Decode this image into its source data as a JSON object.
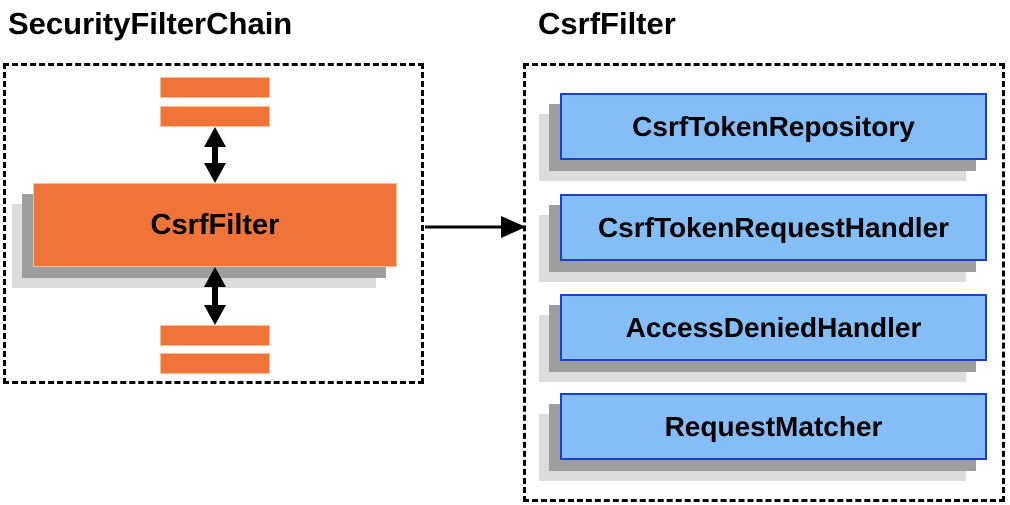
{
  "left_panel": {
    "title": "SecurityFilterChain",
    "csrf_filter_label": "CsrfFilter"
  },
  "right_panel": {
    "title": "CsrfFilter",
    "components": [
      {
        "label": "CsrfTokenRepository"
      },
      {
        "label": "CsrfTokenRequestHandler"
      },
      {
        "label": "AccessDeniedHandler"
      },
      {
        "label": "RequestMatcher"
      }
    ]
  },
  "colors": {
    "filter_fill": "#F0743A",
    "filter_border": "#F9BD92",
    "component_fill": "#85BDF7",
    "component_border": "#1A41C8",
    "shadow_inner": "#9E9E9E",
    "shadow_outer": "#DCDCDC",
    "container_border": "#000000",
    "text": "#000000",
    "background": "#FFFFFF"
  }
}
